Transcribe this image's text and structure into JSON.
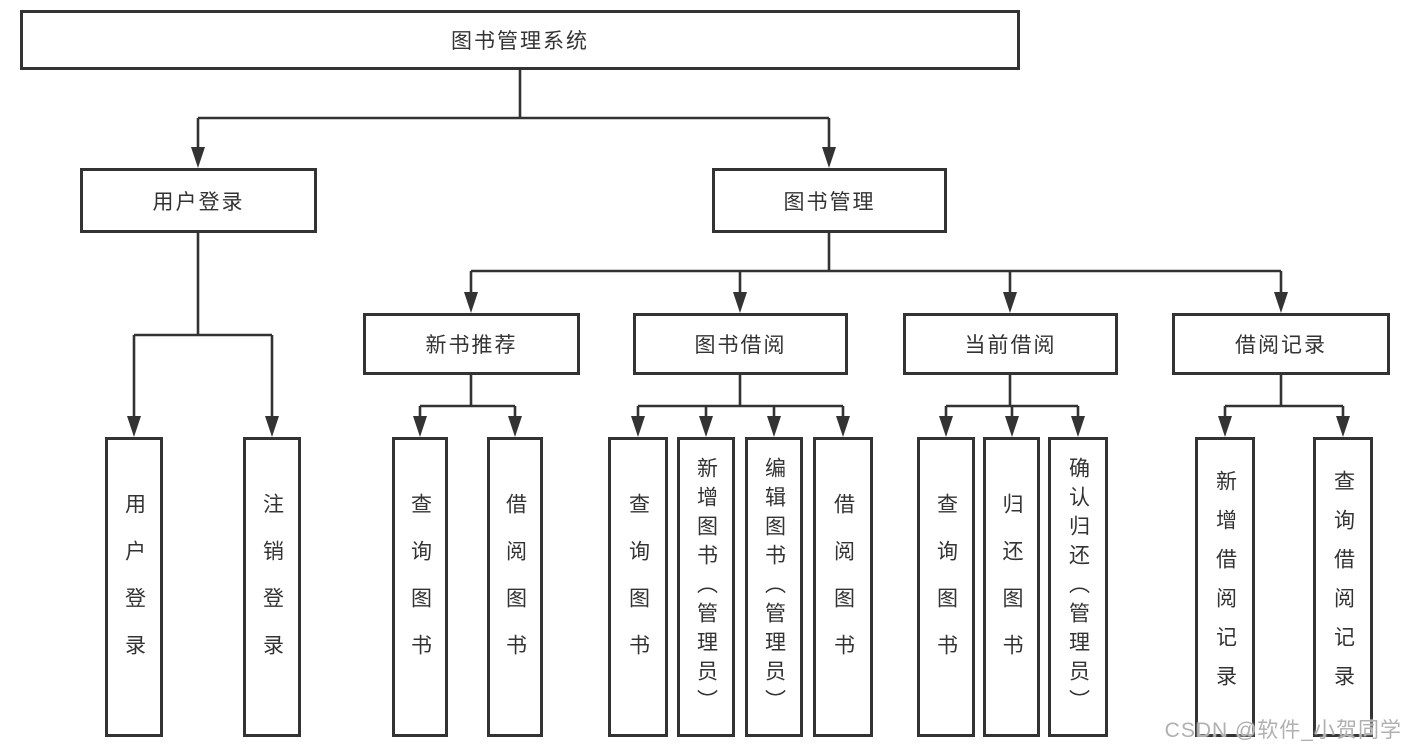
{
  "diagram": {
    "type": "functional-structure-tree",
    "tree": {
      "label": "图书管理系统",
      "children": [
        {
          "label": "用户登录",
          "children": [
            {
              "label": "用户登录"
            },
            {
              "label": "注销登录"
            }
          ]
        },
        {
          "label": "图书管理",
          "children": [
            {
              "label": "新书推荐",
              "children": [
                {
                  "label": "查询图书"
                },
                {
                  "label": "借阅图书"
                }
              ]
            },
            {
              "label": "图书借阅",
              "children": [
                {
                  "label": "查询图书"
                },
                {
                  "label": "新增图书（管理员）"
                },
                {
                  "label": "编辑图书（管理员）"
                },
                {
                  "label": "借阅图书"
                }
              ]
            },
            {
              "label": "当前借阅",
              "children": [
                {
                  "label": "查询图书"
                },
                {
                  "label": "归还图书"
                },
                {
                  "label": "确认归还（管理员）"
                }
              ]
            },
            {
              "label": "借阅记录",
              "children": [
                {
                  "label": "新增借阅记录"
                },
                {
                  "label": "查询借阅记录"
                }
              ]
            }
          ]
        }
      ]
    }
  },
  "watermark": {
    "text": "CSDN @软件_小贺同学"
  },
  "colors": {
    "line": "#333333",
    "box_border": "#333333",
    "text": "#333333",
    "watermark": "#b0b0b0",
    "background": "#ffffff"
  }
}
